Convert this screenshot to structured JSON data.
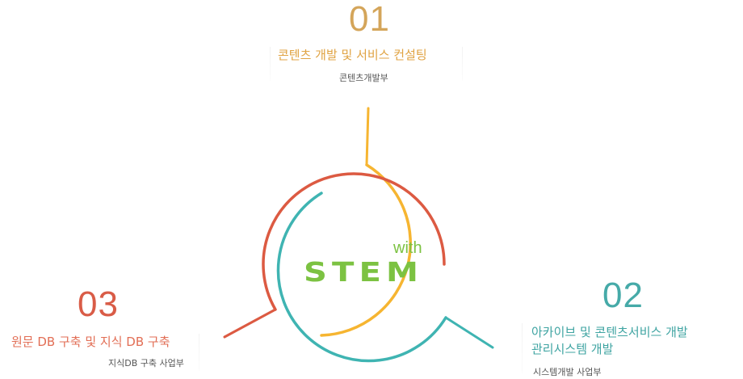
{
  "center": {
    "with_label": "with",
    "logo_text": "STEM",
    "logo_color": "#7cc242"
  },
  "items": [
    {
      "number": "01",
      "title": "콘텐츠 개발 및 서비스 컨설팅",
      "subtitle": "콘텐츠개발부",
      "color": "#e0a343"
    },
    {
      "number": "02",
      "title_line1": "아카이브 및 콘텐츠서비스 개발",
      "title_line2": "관리시스템 개발",
      "subtitle": "시스템개발 사업부",
      "color": "#3fa4a2"
    },
    {
      "number": "03",
      "title": "원문 DB 구축 및 지식 DB 구축",
      "subtitle": "지식DB 구축 사업부",
      "color": "#e26e55"
    }
  ]
}
